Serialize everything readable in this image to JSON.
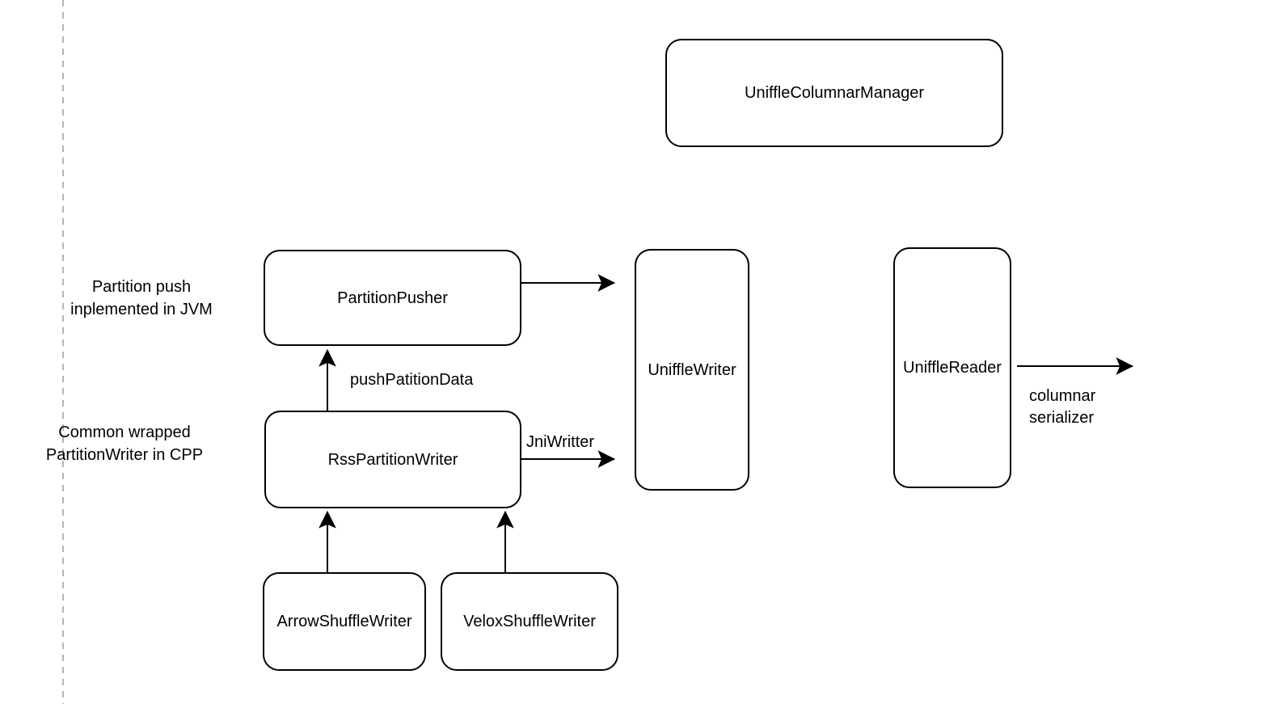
{
  "diagram": {
    "colors": {
      "stroke": "#000000",
      "background": "#ffffff",
      "guide_line": "#b5b5b5"
    },
    "nodes": {
      "uniffle_columnar_manager": "UniffleColumnarManager",
      "partition_pusher": "PartitionPusher",
      "rss_partition_writer": "RssPartitionWriter",
      "uniffle_writer": "UniffleWriter",
      "uniffle_reader": "UniffleReader",
      "arrow_shuffle_writer": "ArrowShuffleWriter",
      "velox_shuffle_writer": "VeloxShuffleWriter"
    },
    "edge_labels": {
      "push_partition_data": "pushPatitionData",
      "jni_writter": "JniWritter",
      "columnar_serializer_line1": "columnar",
      "columnar_serializer_line2": "serializer"
    },
    "notes": {
      "jvm_line1": "Partition push",
      "jvm_line2": "inplemented in JVM",
      "cpp_line1": "Common wrapped",
      "cpp_line2": "PartitionWriter in CPP"
    }
  }
}
